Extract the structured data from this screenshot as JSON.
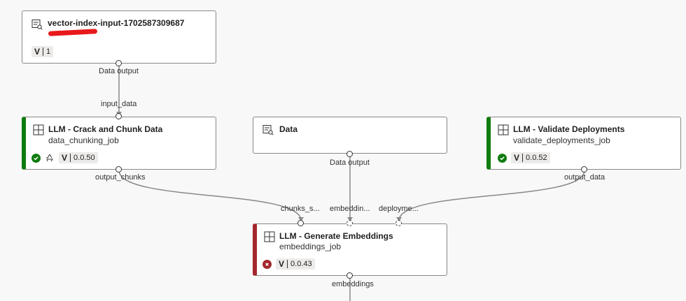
{
  "nodes": {
    "input": {
      "title": "vector-index-input-1702587309687",
      "version_label": "V",
      "version": "1",
      "output_port": "Data output"
    },
    "chunk": {
      "title": "LLM - Crack and Chunk Data",
      "subtitle": "data_chunking_job",
      "version_label": "V",
      "version": "0.0.50",
      "input_port": "input_data",
      "output_port": "output_chunks"
    },
    "data": {
      "title": "Data",
      "output_port": "Data output"
    },
    "validate": {
      "title": "LLM - Validate Deployments",
      "subtitle": "validate_deployments_job",
      "version_label": "V",
      "version": "0.0.52",
      "output_port": "output_data"
    },
    "embed": {
      "title": "LLM - Generate Embeddings",
      "subtitle": "embeddings_job",
      "version_label": "V",
      "version": "0.0.43",
      "input_ports": [
        "chunks_s...",
        "embeddin...",
        "deployme..."
      ],
      "output_port": "embeddings"
    }
  },
  "colors": {
    "success": "#107c10",
    "failed": "#a4262c",
    "edge": "#8a8886",
    "background": "#f8f8f8"
  },
  "icons": {
    "component": "component-grid-icon",
    "data": "data-asset-icon",
    "success": "checkmark-circle-icon",
    "failed": "error-circle-icon",
    "reuse": "recycle-icon"
  }
}
